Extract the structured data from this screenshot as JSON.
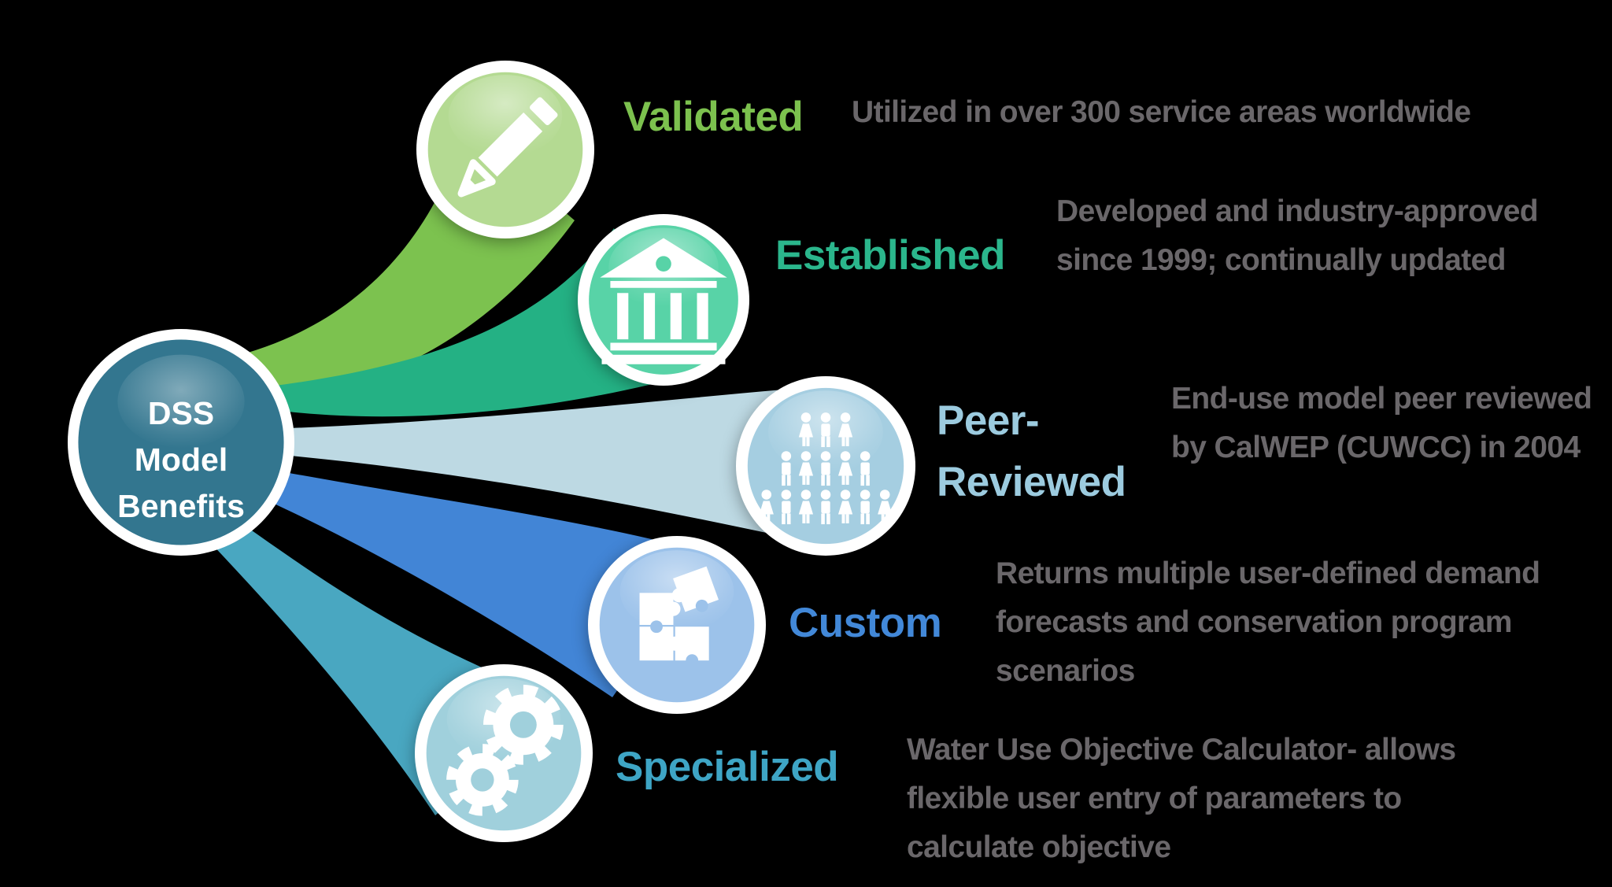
{
  "background_color": "#000000",
  "description_color": "#6A676A",
  "center": {
    "fill": "#33768F",
    "text_color": "#FFFFFF",
    "lines": [
      "DSS",
      "Model",
      "Benefits"
    ]
  },
  "branches": [
    {
      "id": "validated",
      "label_lines": [
        "Validated"
      ],
      "label_color": "#7CC14E",
      "ribbon_color": "#7CC24F",
      "bubble_color": "#B4DA92",
      "icon": "pencil-icon",
      "desc_lines": [
        "Utilized in over 300 service areas worldwide"
      ]
    },
    {
      "id": "established",
      "label_lines": [
        "Established"
      ],
      "label_color": "#2BB68C",
      "ribbon_color": "#24B184",
      "bubble_color": "#58D3A7",
      "icon": "bank-icon",
      "desc_lines": [
        "Developed and industry-approved",
        "since 1999; continually updated"
      ]
    },
    {
      "id": "peer-reviewed",
      "label_lines": [
        "Peer-",
        "Reviewed"
      ],
      "label_color": "#9CCBDF",
      "ribbon_color": "#BDD9E3",
      "bubble_color": "#A5CEE1",
      "icon": "people-icon",
      "desc_lines": [
        "End-use model peer reviewed",
        "by CalWEP (CUWCC) in 2004"
      ]
    },
    {
      "id": "custom",
      "label_lines": [
        "Custom"
      ],
      "label_color": "#4288D8",
      "ribbon_color": "#4285D6",
      "bubble_color": "#9CC2EA",
      "icon": "puzzle-icon",
      "desc_lines": [
        "Returns multiple user-defined demand",
        "forecasts and conservation program",
        "scenarios"
      ]
    },
    {
      "id": "specialized",
      "label_lines": [
        "Specialized"
      ],
      "label_color": "#3EA5C5",
      "ribbon_color": "#49A7C1",
      "bubble_color": "#A0D0DC",
      "icon": "gears-icon",
      "desc_lines": [
        "Water Use Objective Calculator- allows",
        "flexible user entry of parameters to",
        "calculate objective"
      ]
    }
  ]
}
